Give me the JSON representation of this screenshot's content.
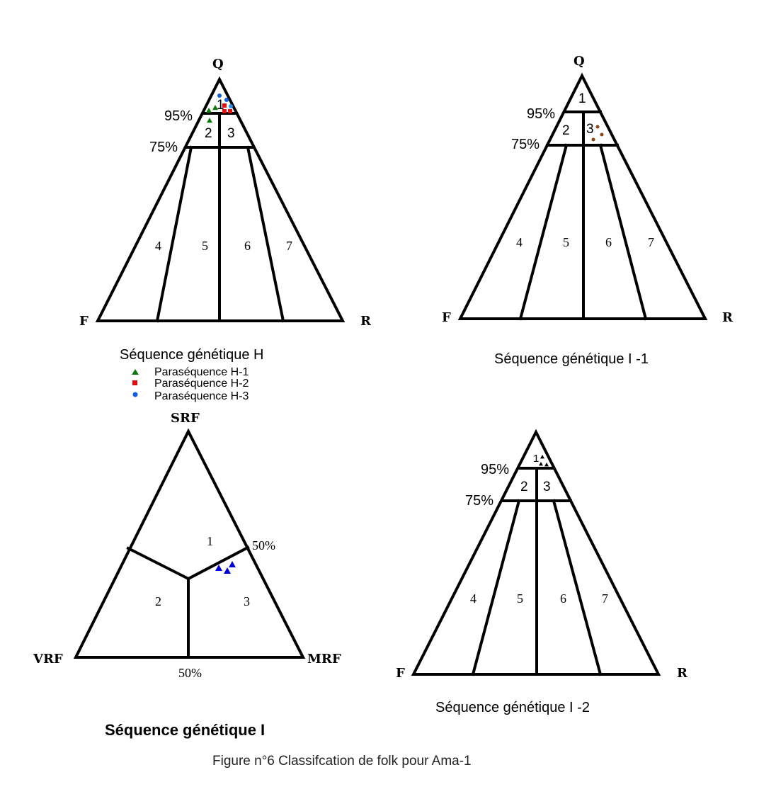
{
  "colors": {
    "h1": "#0a7a0a",
    "h2": "#e01010",
    "h3": "#1060e0",
    "h3_light": "#2a90f0",
    "i1": "#8b4513",
    "i2": "#000000",
    "srf_points": "#0000dd"
  },
  "diagram_h": {
    "vertices": {
      "top": "Q",
      "left": "F",
      "right": "R"
    },
    "pct_95": "95%",
    "pct_75": "75%",
    "regions": [
      "1",
      "2",
      "3",
      "4",
      "5",
      "6",
      "7"
    ],
    "caption": "Séquence génétique H",
    "legend": [
      {
        "label": "Paraséquence H-1",
        "symbol": "triangle"
      },
      {
        "label": "Paraséquence H-2",
        "symbol": "square"
      },
      {
        "label": "Paraséquence H-3",
        "symbol": "circle"
      }
    ]
  },
  "diagram_i1": {
    "vertices": {
      "top": "Q",
      "left": "F",
      "right": "R"
    },
    "pct_95": "95%",
    "pct_75": "75%",
    "regions": [
      "1",
      "2",
      "3",
      "4",
      "5",
      "6",
      "7"
    ],
    "caption": "Séquence génétique  I -1"
  },
  "diagram_srf": {
    "vertices": {
      "top": "SRF",
      "left": "VRF",
      "right": "MRF"
    },
    "pct_right": "50%",
    "pct_bottom": "50%",
    "regions": [
      "1",
      "2",
      "3"
    ],
    "caption": "Séquence génétique  I"
  },
  "diagram_i2": {
    "vertices": {
      "top": "Q",
      "left": "F",
      "right": "R"
    },
    "pct_95": "95%",
    "pct_75": "75%",
    "regions": [
      "1",
      "2",
      "3",
      "4",
      "5",
      "6",
      "7"
    ],
    "caption": "Séquence génétique  I -2"
  },
  "figure_caption": "Figure n°6 Classifcation de folk pour Ama-1"
}
